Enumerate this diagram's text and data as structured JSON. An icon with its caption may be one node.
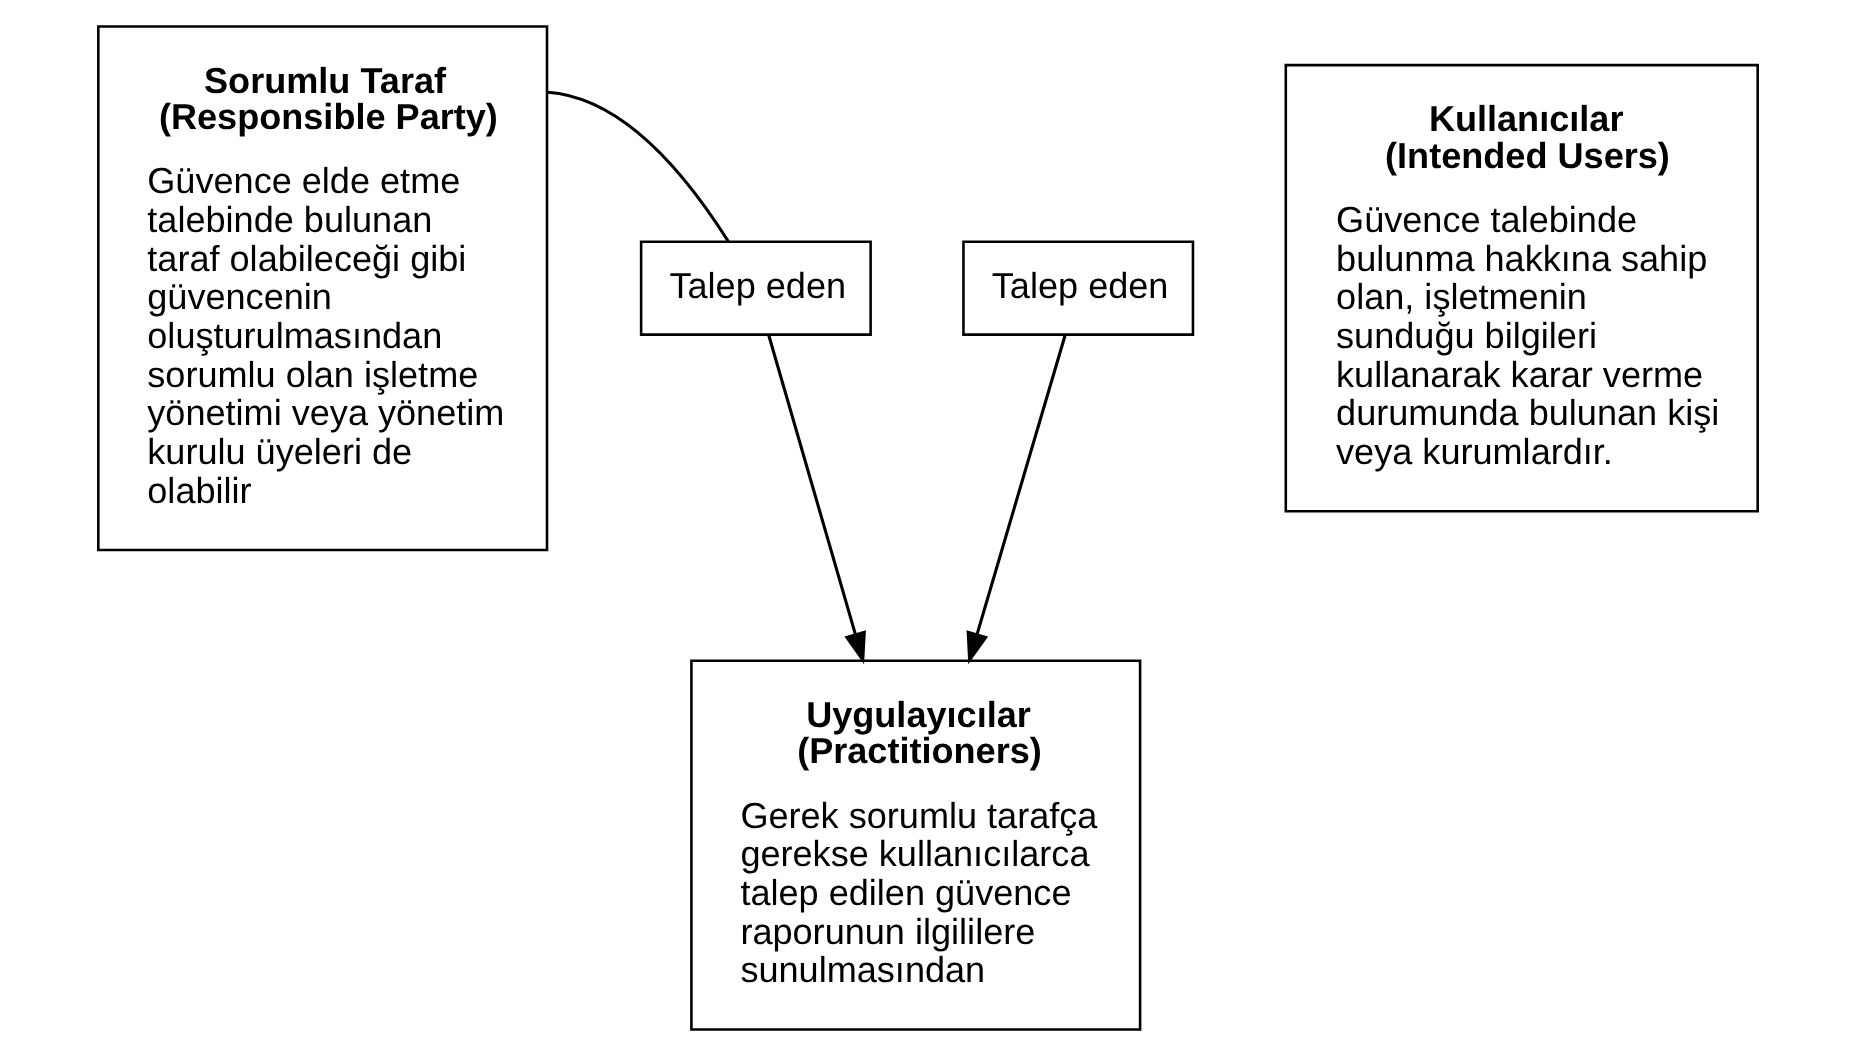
{
  "diagram": {
    "nodes": [
      {
        "text": [
          "Sorumlu Taraf (Responsible Party)",
          "Güvence elde etme talebinde bulunan taraf olabileceği gibi güvencenin oluşturulmasından sorumlu olan işletme yönetimi veya yönetim kurulu üyeleri de olabilir"
        ]
      },
      {
        "text": [
          "Talep eden"
        ]
      },
      {
        "text": [
          "Talep eden"
        ]
      },
      {
        "text": [
          "Kullanıcılar (Intended Users)",
          "Güvence talebinde bulunma hakkına sahip olan, işletmenin sunduğu bilgileri kullanarak karar verme durumunda bulunan kişi veya kurumlardır."
        ]
      },
      {
        "text": [
          "Uygulayıcılar (Practitioners)",
          "Gerek sorumlu tarafça gerekse kullanıcılarca talep edilen güvence raporunun ilgililere sunulmasından"
        ]
      }
    ],
    "edges": [
      {
        "from": 0,
        "to": 1,
        "arrow": "none"
      },
      {
        "from": 1,
        "to": 4,
        "arrow": "to"
      },
      {
        "from": 2,
        "to": 4,
        "arrow": "to"
      }
    ]
  }
}
